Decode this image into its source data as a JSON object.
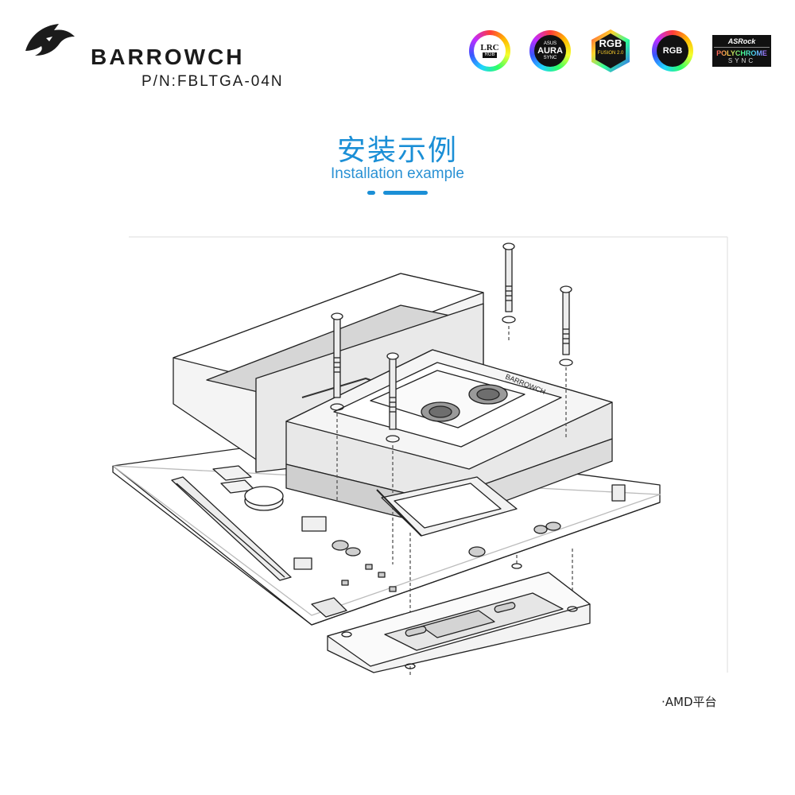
{
  "brand": {
    "name": "BARROWCH",
    "part_number": "P/N:FBLTGA-04N",
    "logo_icon": "shark-head-icon"
  },
  "badges": [
    {
      "icon": "lrc-rgb-badge-icon",
      "text": "LRC",
      "sub": "RGB"
    },
    {
      "icon": "asus-aura-sync-badge-icon",
      "text": "AURA",
      "sub": "SYNC",
      "top": "ASUS"
    },
    {
      "icon": "rgb-fusion-badge-icon",
      "text": "RGB",
      "sub": "FUSION 2.0"
    },
    {
      "icon": "rgb-badge-icon",
      "text": "RGB"
    },
    {
      "icon": "asrock-polychrome-badge-icon",
      "text": "ASRock",
      "mid": "POLYCHROME",
      "sub": "SYNC"
    }
  ],
  "section": {
    "title_cn": "安装示例",
    "title_en": "Installation example",
    "accent_color": "#1b8fd6"
  },
  "illustration": {
    "icon": "cpu-water-block-exploded-diagram-icon",
    "block_label": "BARROWCH"
  },
  "platform_note": "·AMD平台"
}
